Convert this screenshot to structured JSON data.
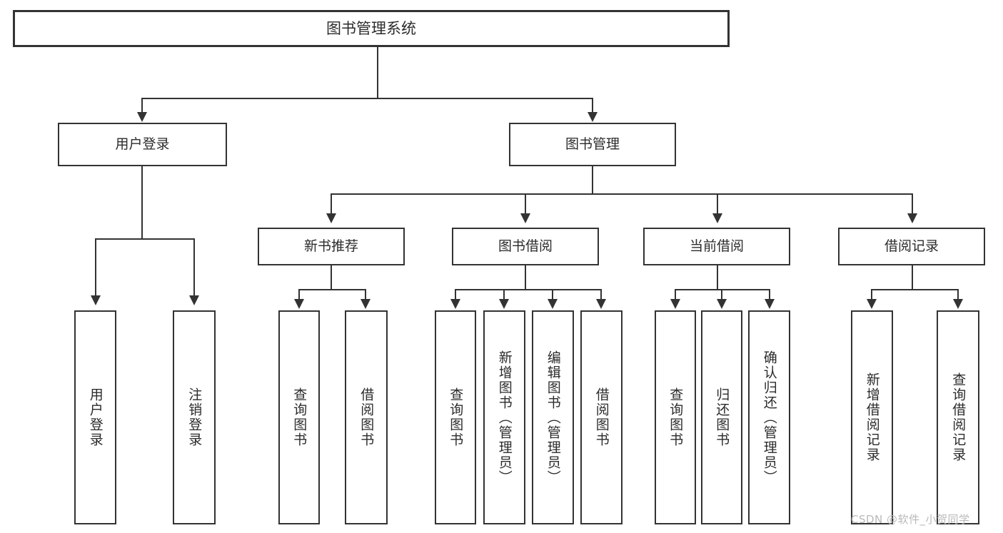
{
  "diagram": {
    "type": "tree",
    "title": "图书管理系统",
    "watermark": "CSDN @软件_小贺同学",
    "root": {
      "label": "图书管理系统"
    },
    "level2": [
      {
        "label": "用户登录"
      },
      {
        "label": "图书管理"
      }
    ],
    "level3": [
      {
        "label": "新书推荐"
      },
      {
        "label": "图书借阅"
      },
      {
        "label": "当前借阅"
      },
      {
        "label": "借阅记录"
      }
    ],
    "leaves": {
      "user_login": [
        {
          "label": "用户登录"
        },
        {
          "label": "注销登录"
        }
      ],
      "new_book_recommend": [
        {
          "label": "查询图书"
        },
        {
          "label": "借阅图书"
        }
      ],
      "book_borrow": [
        {
          "label": "查询图书"
        },
        {
          "label": "新增图书（管理员）"
        },
        {
          "label": "编辑图书（管理员）"
        },
        {
          "label": "借阅图书"
        }
      ],
      "current_borrow": [
        {
          "label": "查询图书"
        },
        {
          "label": "归还图书"
        },
        {
          "label": "确认归还（管理员）"
        }
      ],
      "borrow_record": [
        {
          "label": "新增借阅记录"
        },
        {
          "label": "查询借阅记录"
        }
      ]
    },
    "colors": {
      "stroke": "#333333",
      "background": "#ffffff",
      "text": "#2b2b2b",
      "watermark": "#b9b9b9"
    }
  }
}
